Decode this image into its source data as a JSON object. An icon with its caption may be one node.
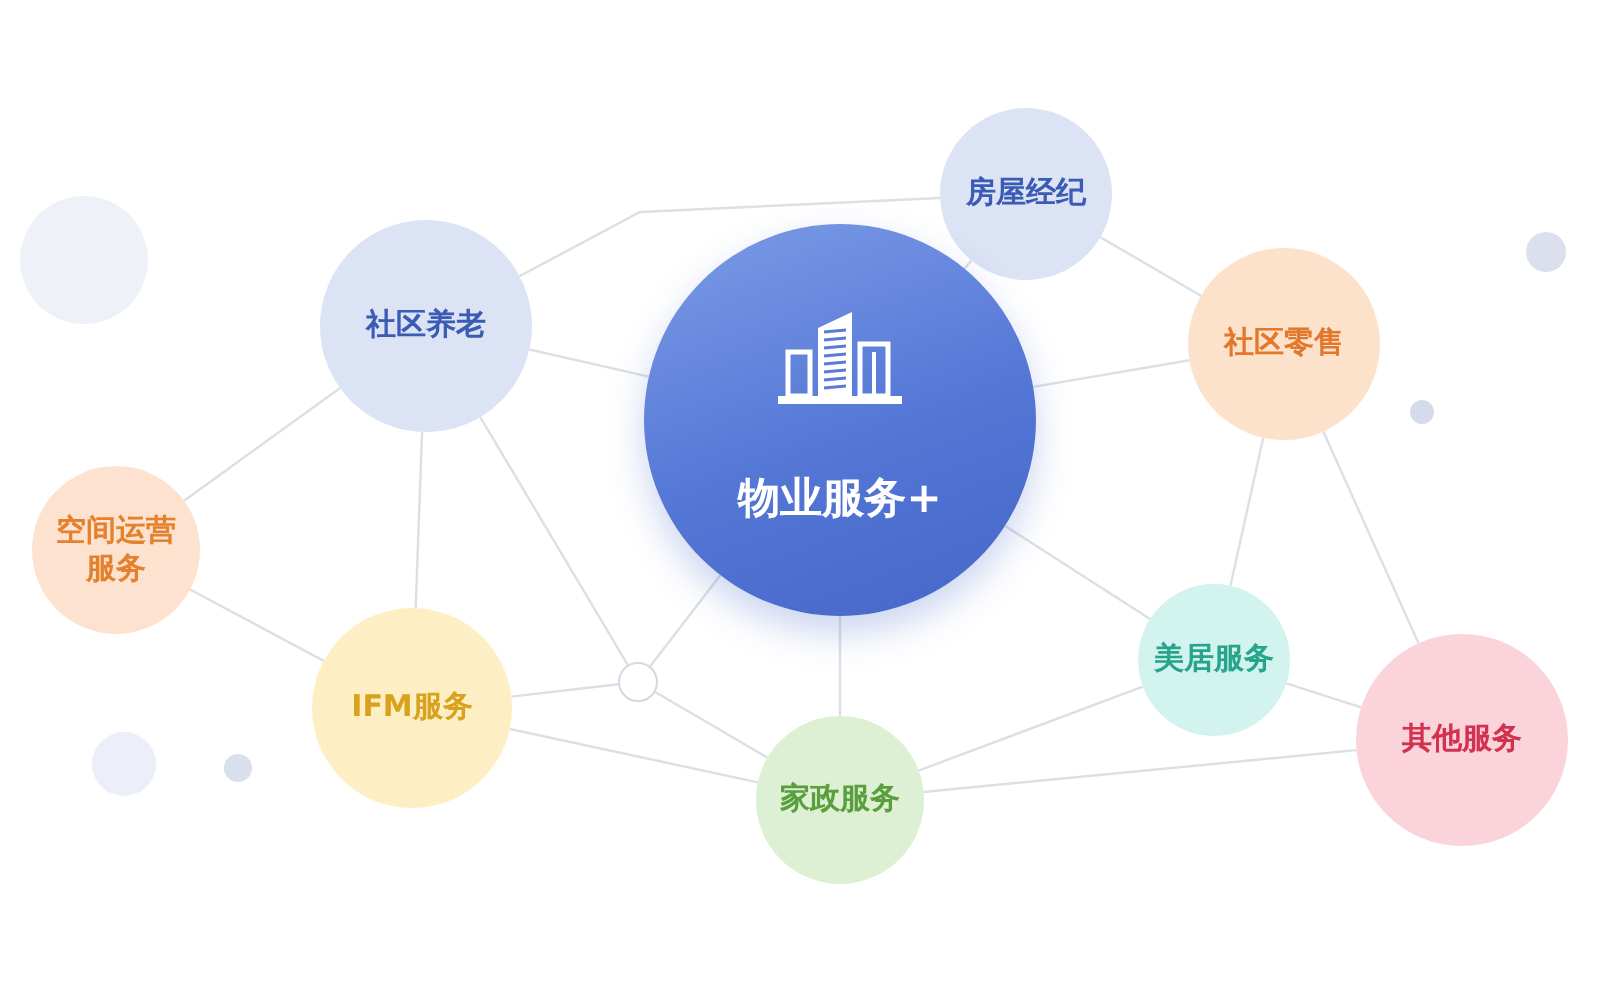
{
  "diagram": {
    "nodes": [
      {
        "text": [
          "房屋经纪"
        ]
      },
      {
        "text": [
          "社区养老"
        ]
      },
      {
        "text": [
          "社区零售"
        ]
      },
      {
        "text": [
          "物业服务+"
        ]
      },
      {
        "text": [
          "空间运营服务"
        ]
      },
      {
        "text": [
          "美居服务"
        ]
      },
      {
        "text": [],
        "shape": "circle"
      },
      {
        "text": [
          "IFM服务"
        ]
      },
      {
        "text": [
          "其他服务"
        ]
      },
      {
        "text": [
          "家政服务"
        ]
      }
    ],
    "edges": [
      {
        "from": 1,
        "to": 0,
        "arrow": "none"
      },
      {
        "from": 0,
        "to": 3,
        "arrow": "none"
      },
      {
        "from": 0,
        "to": 2,
        "arrow": "none"
      },
      {
        "from": 2,
        "to": 3,
        "arrow": "none"
      },
      {
        "from": 2,
        "to": 5,
        "arrow": "none"
      },
      {
        "from": 2,
        "to": 8,
        "arrow": "none"
      },
      {
        "from": 1,
        "to": 3,
        "arrow": "none"
      },
      {
        "from": 1,
        "to": 4,
        "arrow": "none"
      },
      {
        "from": 1,
        "to": 7,
        "arrow": "none"
      },
      {
        "from": 1,
        "to": 6,
        "arrow": "none"
      },
      {
        "from": 6,
        "to": 3,
        "arrow": "none"
      },
      {
        "from": 7,
        "to": 6,
        "arrow": "none"
      },
      {
        "from": 6,
        "to": 9,
        "arrow": "none"
      },
      {
        "from": 7,
        "to": 9,
        "arrow": "none"
      },
      {
        "from": 4,
        "to": 7,
        "arrow": "none"
      },
      {
        "from": 3,
        "to": 5,
        "arrow": "none"
      },
      {
        "from": 3,
        "to": 9,
        "arrow": "none"
      },
      {
        "from": 9,
        "to": 5,
        "arrow": "none"
      },
      {
        "from": 9,
        "to": 8,
        "arrow": "none"
      },
      {
        "from": 5,
        "to": 8,
        "arrow": "none"
      }
    ]
  }
}
